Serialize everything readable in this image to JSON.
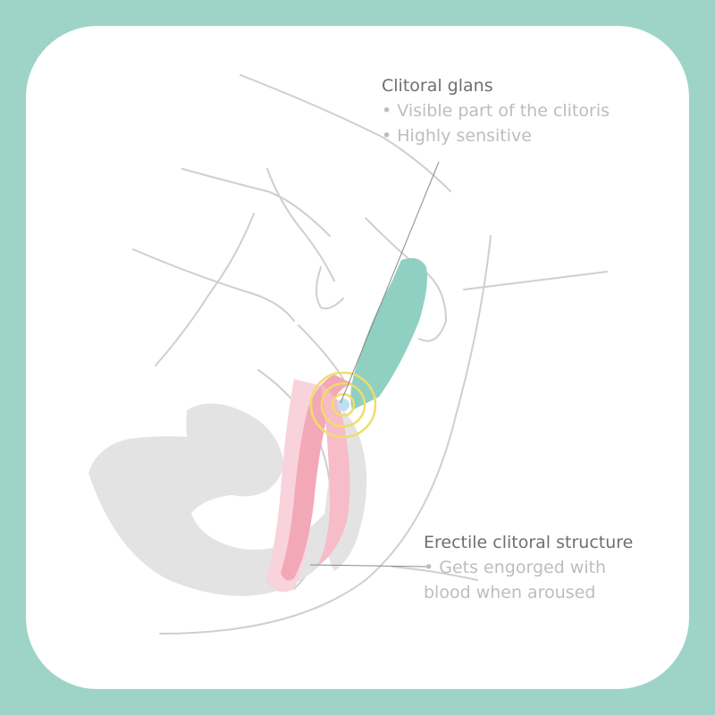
{
  "colors": {
    "background": "#9ed4c8",
    "card": "#ffffff",
    "outline": "#cfcfcf",
    "silhouette": "#e3e3e3",
    "device": "#8fd0c2",
    "erectile": "#f3a8b8",
    "erectile_light": "#f9d3dc",
    "vibration_rings": "#f1dc6a",
    "glans": "#bfe0f3",
    "heading_text": "#6f6f6f",
    "bullet_text": "#bdbdbd"
  },
  "labels": {
    "glans": {
      "title": "Clitoral glans",
      "bullets": [
        "• Visible part of the clitoris",
        "• Highly sensitive"
      ]
    },
    "erectile": {
      "title": "Erectile clitoral structure",
      "bullets": [
        "• Gets engorged with",
        "blood when aroused"
      ]
    }
  }
}
